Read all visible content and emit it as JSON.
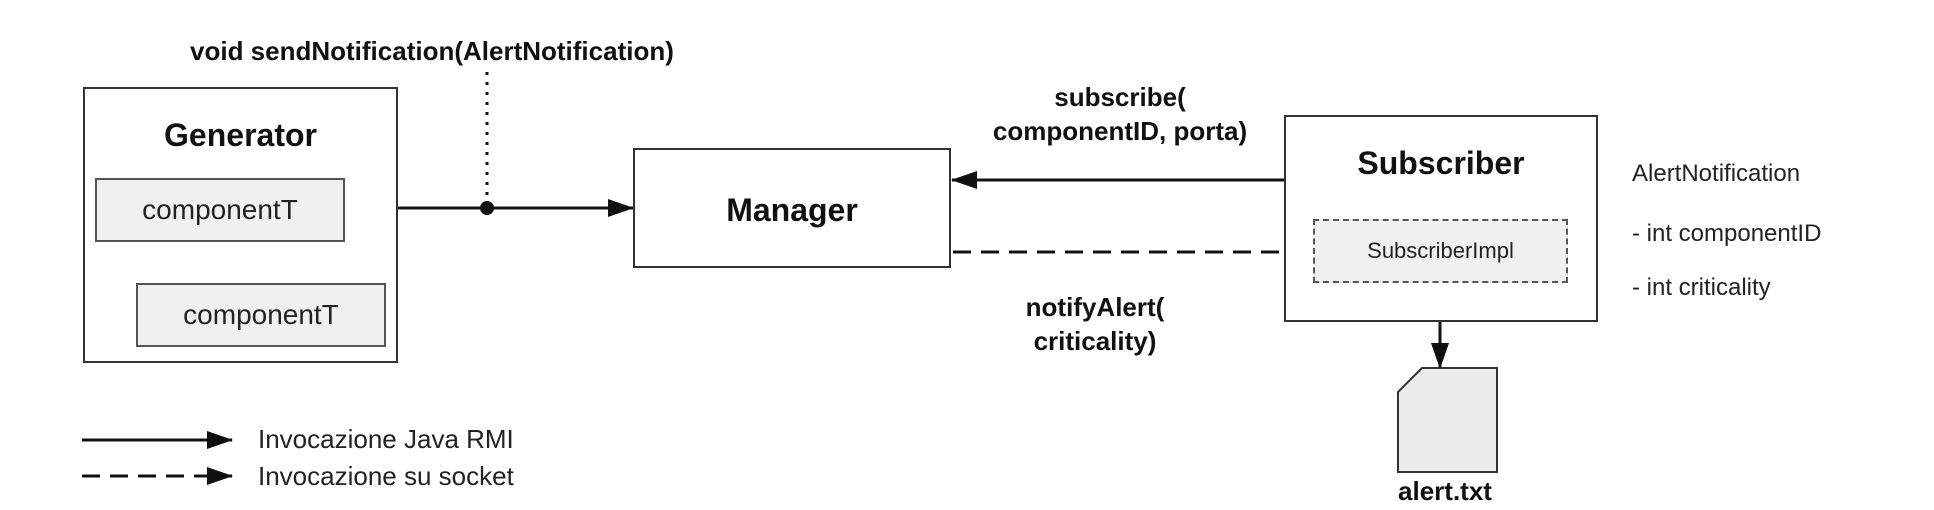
{
  "labels": {
    "send_notification": "void sendNotification(AlertNotification)",
    "subscribe_line1": "subscribe(",
    "subscribe_line2": "componentID, porta)",
    "notify_line1": "notifyAlert(",
    "notify_line2": "criticality)"
  },
  "generator": {
    "title": "Generator",
    "component_1": "componentT",
    "component_2": "componentT"
  },
  "manager": {
    "title": "Manager"
  },
  "subscriber": {
    "title": "Subscriber",
    "impl": "SubscriberImpl"
  },
  "file": {
    "name": "alert.txt"
  },
  "alert_notification": {
    "title": "AlertNotification",
    "field_1": "- int componentID",
    "field_2": "- int criticality"
  },
  "legend": {
    "rmi": "Invocazione Java RMI",
    "socket": "Invocazione su socket"
  }
}
